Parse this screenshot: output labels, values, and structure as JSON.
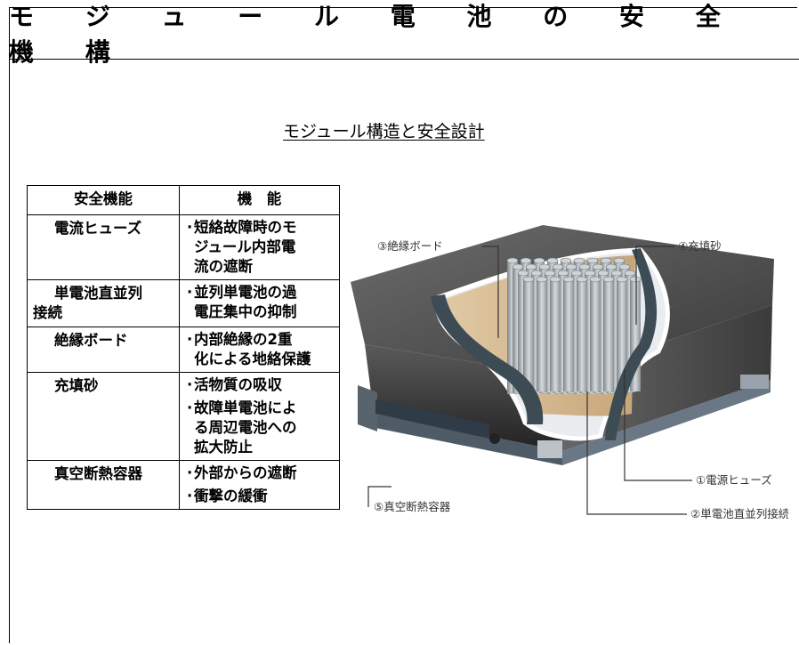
{
  "title": "モ ジ ュ ー ル 電 池 の 安 全 機 構",
  "subtitle": "モジュール構造と安全設計",
  "table": {
    "header_feature": "安全機能",
    "header_function": "機　能",
    "rows": [
      {
        "name_lines": [
          "電流ヒューズ"
        ],
        "items": [
          [
            "短絡故障時のモ",
            "ジュール内部電",
            "流の遮断"
          ]
        ]
      },
      {
        "name_lines": [
          "単電池直並列",
          "接続"
        ],
        "items": [
          [
            "並列単電池の過",
            "電圧集中の抑制"
          ]
        ]
      },
      {
        "name_lines": [
          "絶縁ボード"
        ],
        "items": [
          [
            "内部絶縁の2重",
            "化による地絡保護"
          ]
        ]
      },
      {
        "name_lines": [
          "充填砂"
        ],
        "items": [
          [
            "活物質の吸収"
          ],
          [
            "故障単電池によ",
            "る周辺電池への",
            "拡大防止"
          ]
        ]
      },
      {
        "name_lines": [
          "真空断熱容器"
        ],
        "items": [
          [
            "外部からの遮断"
          ],
          [
            "衝撃の緩衝"
          ]
        ]
      }
    ]
  },
  "diagram": {
    "labels": {
      "insulation_board": "③絶縁ボード",
      "filling_sand": "④充填砂",
      "fuse": "①電源ヒューズ",
      "vacuum_container": "⑤真空断熱容器",
      "series_parallel": "②単電池直並列接続"
    }
  }
}
